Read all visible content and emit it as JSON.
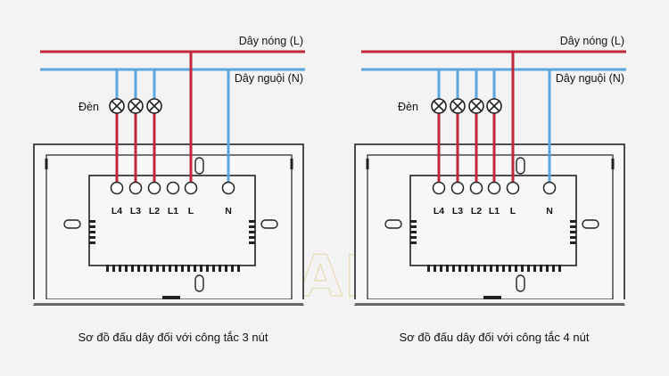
{
  "watermark": "ABARO",
  "diagrams": [
    {
      "id": "left",
      "live_label": "Dây nóng (L)",
      "neutral_label": "Dây nguội (N)",
      "lamp_label": "Đèn",
      "caption": "Sơ đồ đấu dây đối với công tắc 3 nút",
      "terminals": [
        "L4",
        "L3",
        "L2",
        "L1",
        "L",
        "N"
      ]
    },
    {
      "id": "right",
      "live_label": "Dây nóng (L)",
      "neutral_label": "Dây nguội (N)",
      "lamp_label": "Đèn",
      "caption": "Sơ đồ đấu dây đối với công tắc 4 nút",
      "terminals": [
        "L4",
        "L3",
        "L2",
        "L1",
        "L",
        "N"
      ]
    }
  ],
  "colors": {
    "live": "#c1273a",
    "neutral": "#5ba6dc",
    "outline": "#222222",
    "background": "#f3f3f3"
  }
}
